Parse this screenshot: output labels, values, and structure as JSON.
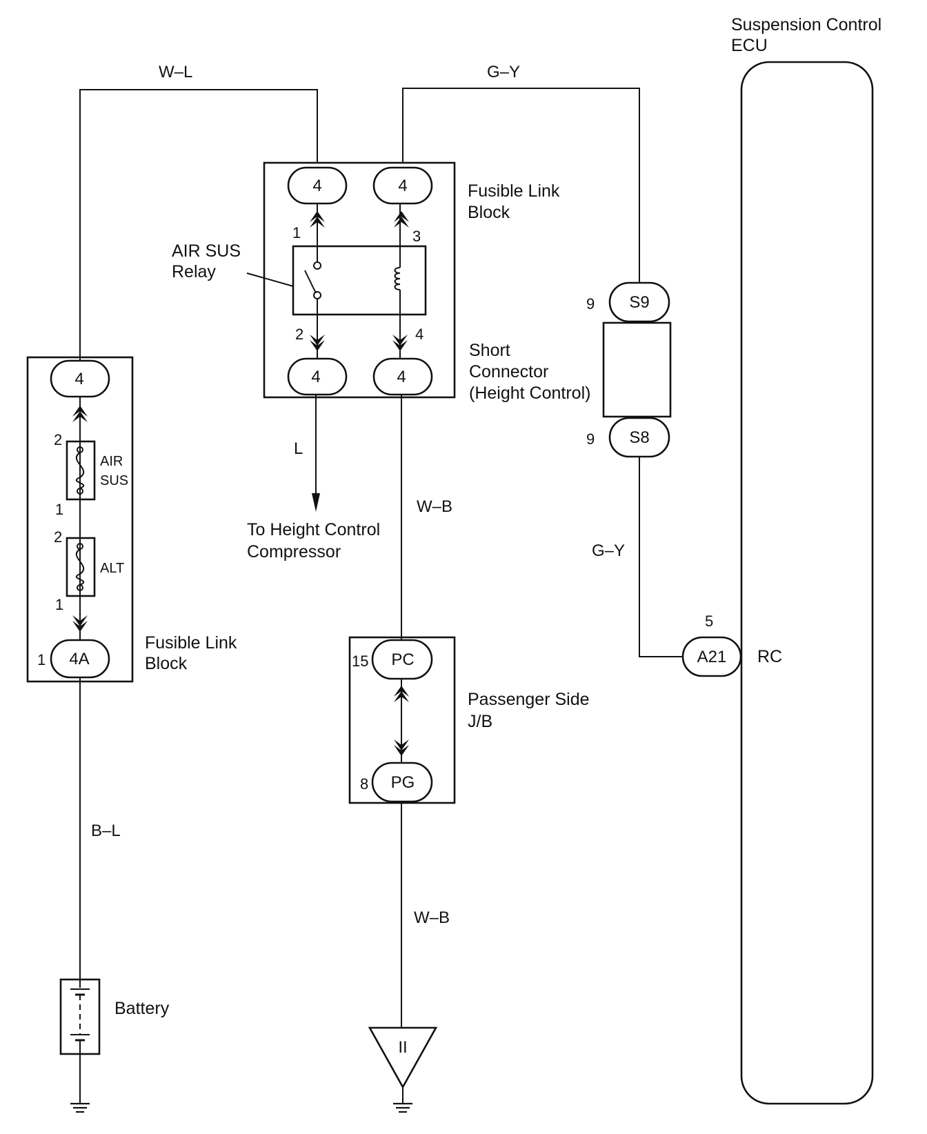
{
  "ecu": {
    "title_line1": "Suspension Control",
    "title_line2": "ECU",
    "terminal": "RC"
  },
  "wires": {
    "w_l": "W–L",
    "g_y_top": "G–Y",
    "g_y_mid": "G–Y",
    "l": "L",
    "w_b_mid": "W–B",
    "b_l": "B–L",
    "w_b_bottom": "W–B"
  },
  "upper_fusible_block": {
    "label_line1": "Fusible Link",
    "label_line2": "Block",
    "conn_top_left": "4",
    "conn_top_right": "4",
    "conn_bottom_left": "4",
    "conn_bottom_right": "4"
  },
  "relay": {
    "label_line1": "AIR SUS",
    "label_line2": "Relay",
    "pin1": "1",
    "pin2": "2",
    "pin3": "3",
    "pin4": "4"
  },
  "short_connector": {
    "label_line1": "Short",
    "label_line2": "Connector",
    "label_line3": "(Height Control)",
    "top_conn": "S9",
    "top_pin": "9",
    "bottom_conn": "S8",
    "bottom_pin": "9"
  },
  "compressor": {
    "label_line1": "To Height Control",
    "label_line2": "Compressor"
  },
  "left_fusible_block": {
    "label_line1": "Fusible Link",
    "label_line2": "Block",
    "top_conn": "4",
    "bottom_conn": "4A",
    "bottom_pin": "1",
    "fuse1_label_line1": "AIR",
    "fuse1_label_line2": "SUS",
    "fuse1_pin_top": "2",
    "fuse1_pin_bottom": "1",
    "fuse2_label": "ALT",
    "fuse2_pin_top": "2",
    "fuse2_pin_bottom": "1"
  },
  "junction_block": {
    "label_line1": "Passenger Side",
    "label_line2": "J/B",
    "top_conn": "PC",
    "top_pin": "15",
    "bottom_conn": "PG",
    "bottom_pin": "8"
  },
  "ecu_connector": {
    "conn": "A21",
    "pin": "5"
  },
  "battery": {
    "label": "Battery"
  },
  "ground_symbol": {
    "mark": "II"
  }
}
